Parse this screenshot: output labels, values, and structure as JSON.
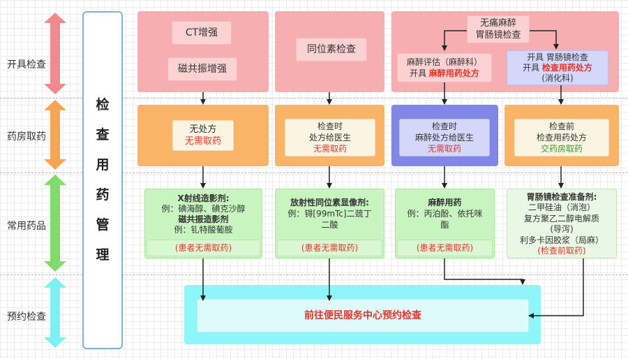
{
  "row_labels": [
    "开具检查",
    "药房取药",
    "常用药品",
    "预约检查"
  ],
  "main_title_chars": [
    "检",
    "查",
    "用",
    "药",
    "管",
    "理"
  ],
  "col1": {
    "top_items": [
      "CT增强",
      "磁共振增强"
    ],
    "pharmacy": {
      "line1": "无处方",
      "line2": "无需取药"
    },
    "drugs": {
      "title1": "X射线造影剂:",
      "ex1": "例：碘海醇、碘克沙醇",
      "title2": "磁共振造影剂",
      "ex2": "例：钆特酸葡胺",
      "note": "(患者无需取药)"
    }
  },
  "col2": {
    "top_item": "同位素检查",
    "pharmacy": {
      "line1": "检查时",
      "line2": "处方给医生",
      "line3": "无需取药"
    },
    "drugs": {
      "title": "放射性同位素显像剂:",
      "ex1": "例：锝[99mTc]二巯丁",
      "ex2": "二酸",
      "note": "(患者无需取药)"
    }
  },
  "col3": {
    "header": {
      "line1": "无痛麻醉",
      "line2": "胃肠镜检查"
    },
    "left_sub": {
      "line1": "麻醉评估（麻醉科）",
      "line2_prefix": "开具 ",
      "line2_red": "麻醉用药处方"
    },
    "right_sub": {
      "line1": "开具 胃肠镜检查",
      "line2_prefix": "开具 ",
      "line2_red": "检查用药处方",
      "line3": "(消化科)"
    },
    "pharmacy_left": {
      "line1": "检查时",
      "line2": "麻醉处方给医生",
      "line3": "无需取药"
    },
    "pharmacy_right": {
      "line1": "检查前",
      "line2": "检查用药处方",
      "line3": "交药房取药"
    },
    "drugs_left": {
      "title": "麻醉用药",
      "ex1": "例：丙泊酚、依托咪",
      "ex2": "酯",
      "note": "(患者无需取药)"
    },
    "drugs_right": {
      "title": "胃肠镜检查准备剂:",
      "l1": "二甲硅油（消泡）",
      "l2": "复方聚乙二醇电解质",
      "l3": "(导泻)",
      "l4": "利多卡因胶浆（局麻）",
      "note": "(检查前取药)"
    }
  },
  "bottom": {
    "label": "前往便民服务中心预约检查"
  },
  "colors": {
    "arrow_pink": "#f08a8e",
    "arrow_orange": "#f6a552",
    "arrow_green": "#7fdc6a",
    "arrow_cyan": "#7ef0f4",
    "pink": "#f6aeb0",
    "orange": "#f9b468",
    "blue": "#8087e6",
    "green": "#c8f4c0",
    "cyan": "#8ef5f8",
    "red_text": "#e0342c"
  }
}
